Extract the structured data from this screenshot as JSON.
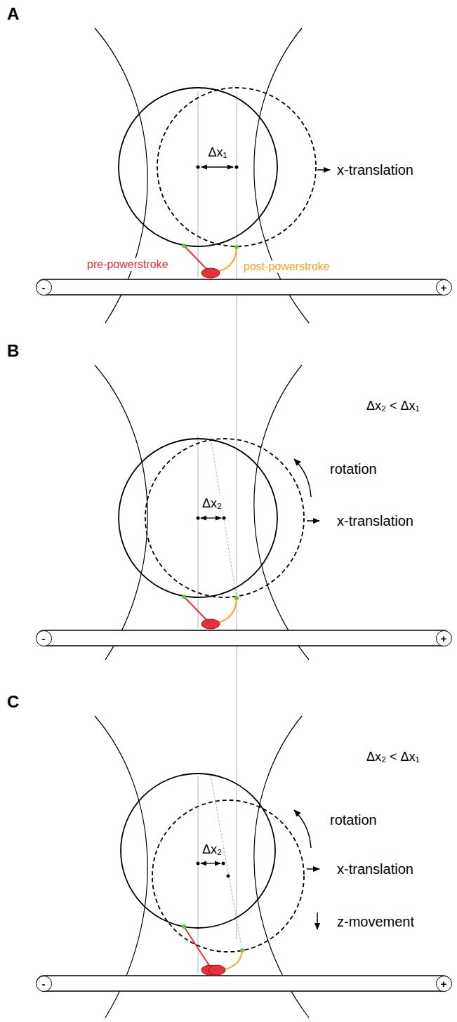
{
  "diagram": {
    "nodes": [
      {
        "text": [
          "-"
        ]
      },
      {
        "text": [
          "+"
        ]
      },
      {
        "text": [
          "-"
        ]
      },
      {
        "text": [
          "+"
        ]
      },
      {
        "text": [
          "-"
        ]
      },
      {
        "text": [
          "+"
        ]
      }
    ],
    "labels": [
      "A",
      "Δx₁",
      "x-translation",
      "pre-powerstroke",
      "post-powerstroke",
      "B",
      "Δx₂ < Δx₁",
      "rotation",
      "Δx₂",
      "x-translation",
      "C",
      "Δx₂ < Δx₁",
      "rotation",
      "Δx₂",
      "x-translation",
      "z-movement"
    ]
  }
}
